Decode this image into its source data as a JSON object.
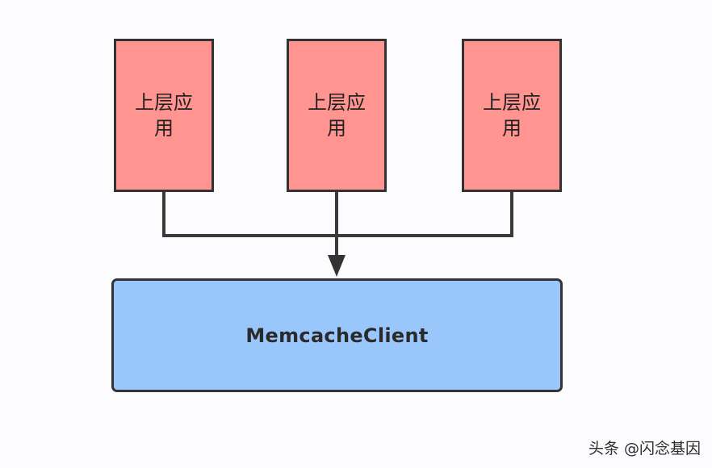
{
  "diagram": {
    "apps": [
      {
        "label": "上层应用"
      },
      {
        "label": "上层应用"
      },
      {
        "label": "上层应用"
      }
    ],
    "client": {
      "label": "MemcacheClient"
    },
    "colors": {
      "app_fill": "#ff9491",
      "client_fill": "#99c7fb",
      "stroke": "#333333"
    }
  },
  "watermark": "头条 @闪念基因"
}
